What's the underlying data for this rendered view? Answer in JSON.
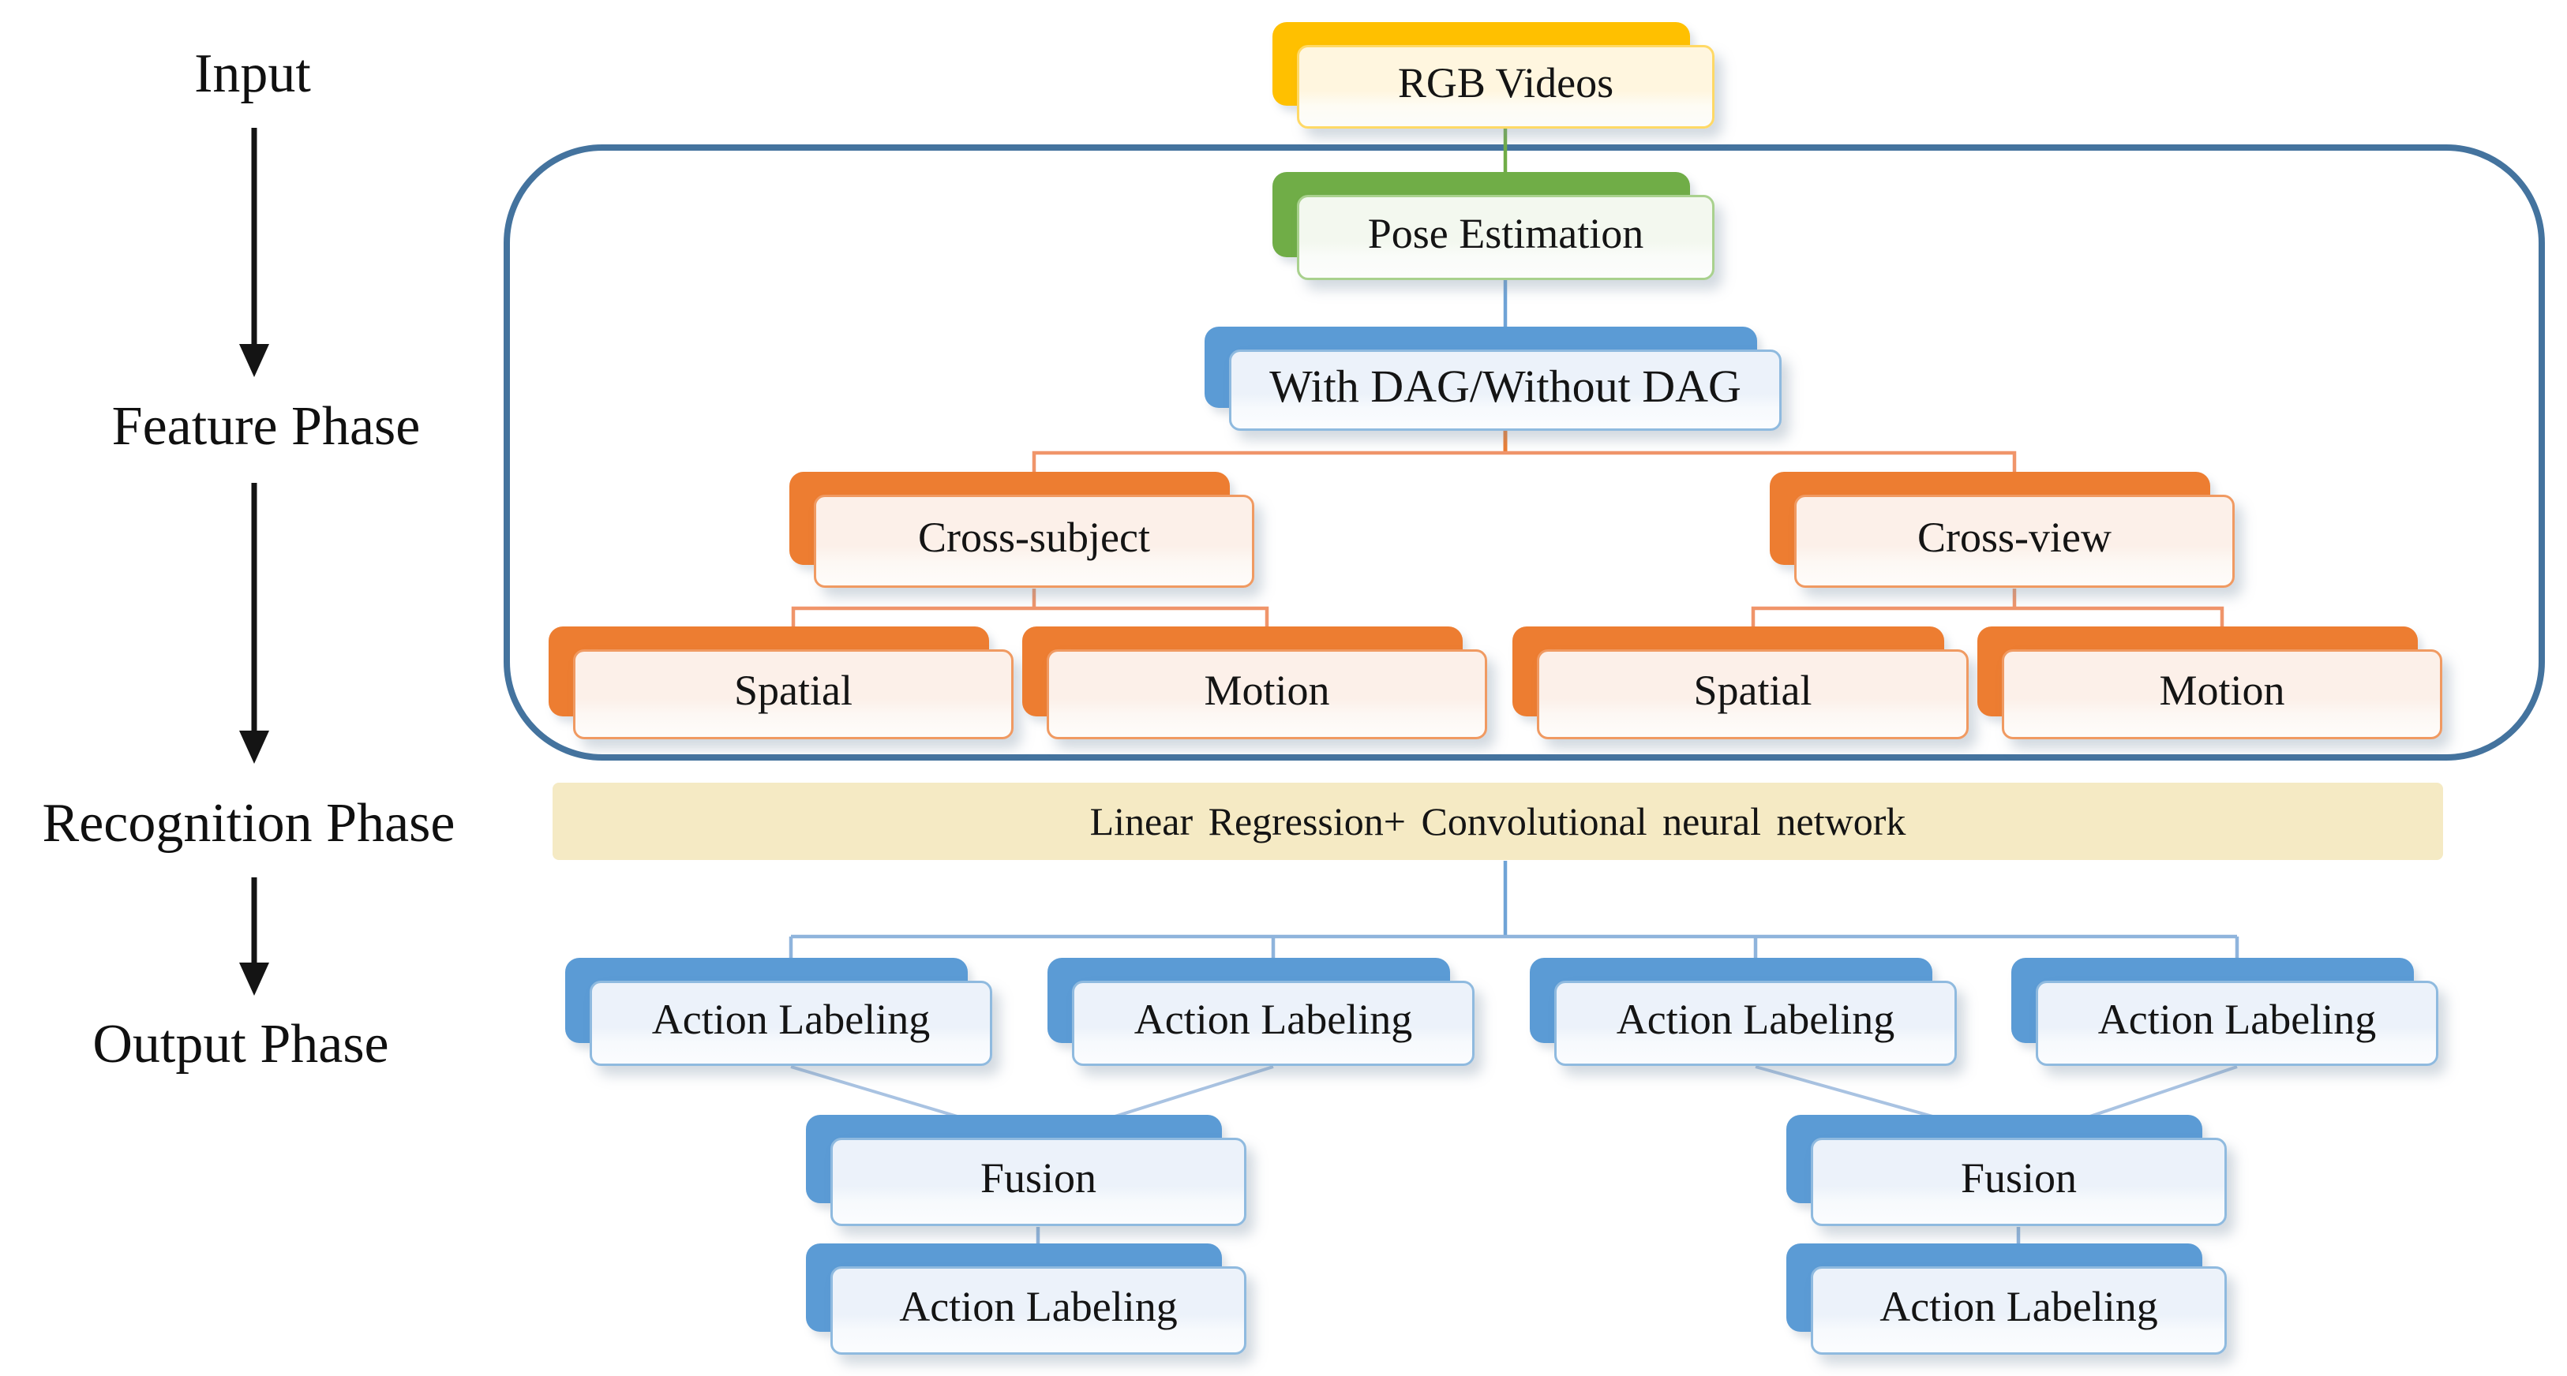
{
  "figure": {
    "phase_labels": [
      {
        "id": "input",
        "label": "Input"
      },
      {
        "id": "feature",
        "label": "Feature Phase"
      },
      {
        "id": "recognition",
        "label": "Recognition Phase"
      },
      {
        "id": "output",
        "label": "Output Phase"
      }
    ],
    "nodes": {
      "rgb_videos": {
        "label": "RGB Videos",
        "color": "gold"
      },
      "pose_estimation": {
        "label": "Pose Estimation",
        "color": "green"
      },
      "dag": {
        "label": "With DAG/Without DAG",
        "color": "blue"
      },
      "cross_subject": {
        "label": "Cross-subject",
        "color": "orange"
      },
      "cross_view": {
        "label": "Cross-view",
        "color": "orange"
      },
      "spatial": {
        "label": "Spatial",
        "color": "orange"
      },
      "motion": {
        "label": "Motion",
        "color": "orange"
      },
      "recognizer_band": {
        "label": "Linear Regression+ Convolutional neural network",
        "color": "tan"
      },
      "action_labeling": {
        "label": "Action Labeling",
        "color": "blue"
      },
      "fusion": {
        "label": "Fusion",
        "color": "blue"
      }
    },
    "colors": {
      "gold_back": "#FFC000",
      "gold_border": "#FFD966",
      "gold_tint": "#FFF6DF",
      "green_back": "#70AD47",
      "green_border": "#A9D18E",
      "green_tint": "#F3F8EF",
      "blue_back": "#5B9BD5",
      "blue_border": "#8FBADF",
      "blue_tint": "#ECF2FA",
      "orange_back": "#ED7D31",
      "orange_border": "#F09A62",
      "orange_tint": "#FCF0E9",
      "band_fill": "#F5EAC4",
      "container_border": "#44739E",
      "wire_green": "#70AD47",
      "wire_blue": "#6FA3D6",
      "wire_blue_light": "#A9C3E2",
      "wire_orange": "#F0956A",
      "wire_orange_dark": "#ED7D31",
      "arrow_black": "#141414"
    }
  }
}
